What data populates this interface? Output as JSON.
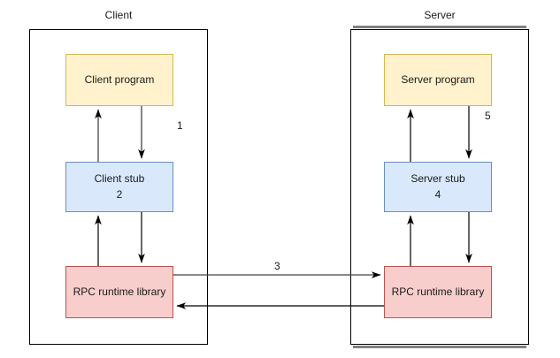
{
  "diagram": {
    "title_client": "Client",
    "title_server": "Server",
    "colors": {
      "program_fill": "#fff2cc",
      "program_stroke": "#d6b656",
      "stub_fill": "#dae8fc",
      "stub_stroke": "#6c8ebf",
      "runtime_fill": "#f8cecc",
      "runtime_stroke": "#b85450",
      "container_stroke": "#000000",
      "selection_stroke": "#808080",
      "edge_stroke": "#000000",
      "text": "#1a1a1a"
    },
    "client": {
      "program": "Client program",
      "stub": "Client stub",
      "stub_step": "2",
      "runtime": "RPC runtime library",
      "step_program_stub": "1"
    },
    "server": {
      "program": "Server program",
      "stub": "Server stub",
      "stub_step": "4",
      "runtime": "RPC runtime library",
      "step_program_stub": "5"
    },
    "network": {
      "step": "3"
    }
  }
}
